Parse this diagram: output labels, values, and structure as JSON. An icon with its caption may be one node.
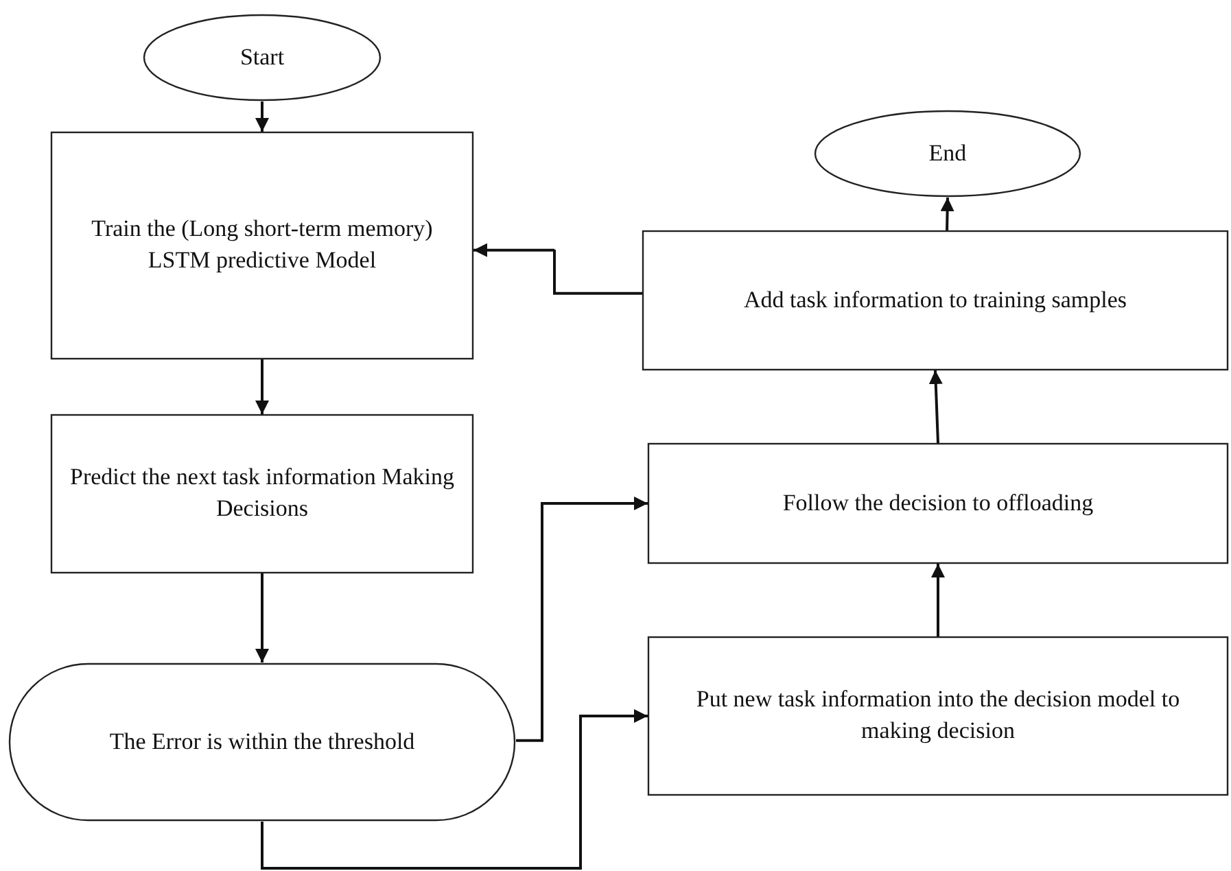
{
  "diagram": {
    "nodes": [
      {
        "text": [
          "Start"
        ]
      },
      {
        "text": [
          "Train the (Long short-term memory) LSTM predictive Model"
        ]
      },
      {
        "text": [
          "Predict the next task information Making Decisions"
        ]
      },
      {
        "text": [
          "The Error is within the threshold"
        ]
      },
      {
        "text": [
          "End"
        ]
      },
      {
        "text": [
          "Add task information to training samples"
        ]
      },
      {
        "text": [
          "Follow the decision to offloading"
        ]
      },
      {
        "text": [
          "Put new task information into the decision model to making decision"
        ]
      }
    ],
    "edges": [
      {
        "from": 0,
        "to": 1,
        "arrow": "to"
      },
      {
        "from": 1,
        "to": 2,
        "arrow": "to"
      },
      {
        "from": 2,
        "to": 3,
        "arrow": "to"
      },
      {
        "from": 3,
        "to": 6,
        "arrow": "to"
      },
      {
        "from": 3,
        "to": 7,
        "arrow": "to"
      },
      {
        "from": 7,
        "to": 6,
        "arrow": "to"
      },
      {
        "from": 6,
        "to": 5,
        "arrow": "to"
      },
      {
        "from": 5,
        "to": 4,
        "arrow": "to"
      },
      {
        "from": 5,
        "to": 1,
        "arrow": "to"
      }
    ]
  }
}
